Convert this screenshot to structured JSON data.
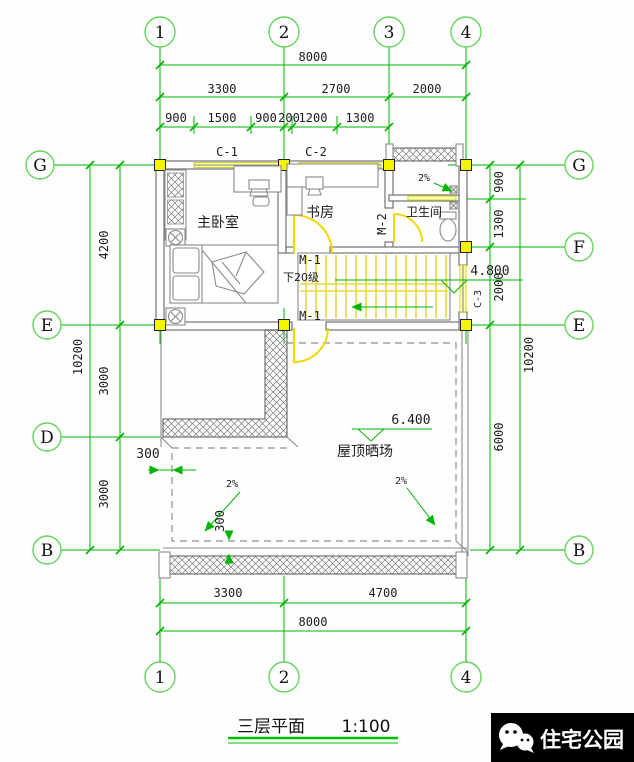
{
  "drawing": {
    "title": "三层平面",
    "scale": "1:100",
    "watermark_brand": "住宅公园"
  },
  "axis_bubbles": {
    "top": [
      "1",
      "2",
      "3",
      "4"
    ],
    "bottom": [
      "1",
      "2",
      "4"
    ],
    "left": [
      "G",
      "E",
      "D",
      "B"
    ],
    "right": [
      "G",
      "F",
      "E",
      "B"
    ]
  },
  "dimensions": {
    "top": {
      "total": "8000",
      "major": [
        "3300",
        "2700",
        "2000"
      ],
      "minor": [
        "900",
        "1500",
        "900",
        "200",
        "1200",
        "1300"
      ]
    },
    "bottom": {
      "major": [
        "3300",
        "4700"
      ],
      "total": "8000"
    },
    "left": {
      "total": "10200",
      "inner": [
        "4200",
        "3000",
        "3000"
      ]
    },
    "right": {
      "total": "10200",
      "inner": [
        "900",
        "1300",
        "2000",
        "6000"
      ]
    },
    "offsets": [
      "300",
      "300"
    ]
  },
  "rooms": {
    "master_bedroom": "主卧室",
    "study": "书房",
    "bathroom": "卫生间",
    "roof_terrace": "屋顶晒场"
  },
  "openings": {
    "window_c1": "C-1",
    "window_c2": "C-2",
    "window_c3": "C-3",
    "door_m1_upper": "M-1",
    "door_m1_lower": "M-1",
    "door_m2": "M-2"
  },
  "levels": {
    "stair_landing": "4.800",
    "roof": "6.400"
  },
  "slopes": {
    "balcony": "2%",
    "terrace_left": "2%",
    "terrace_right": "2%"
  },
  "stair_note": "下20级",
  "colors": {
    "axis_green": "#00b400",
    "bubble_green": "#66d45e",
    "wall_gray": "#7d7d7d",
    "highlight_yellow": "#f5f500",
    "text_black": "#1c1c1c"
  }
}
